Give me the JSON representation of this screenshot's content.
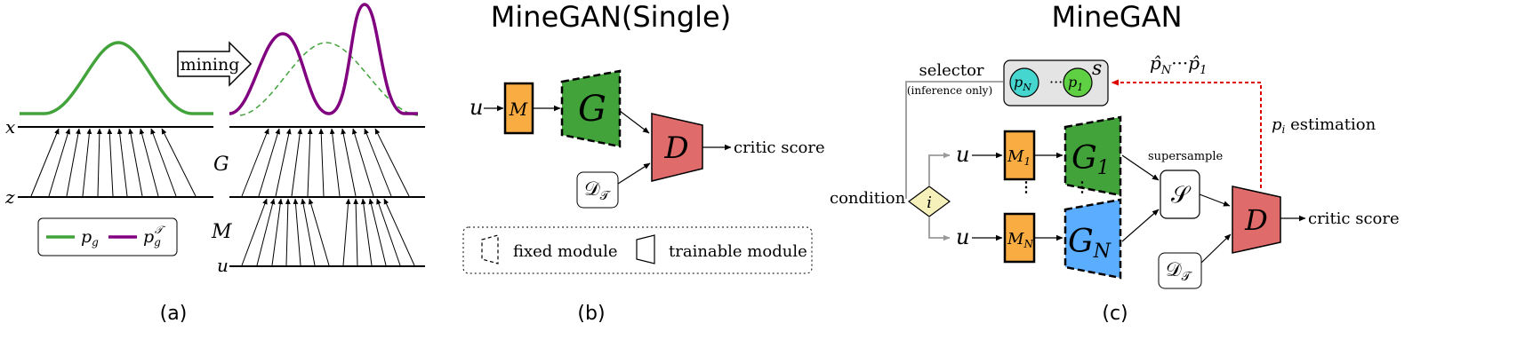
{
  "panel_a": {
    "mining_label": "mining",
    "x_label": "x",
    "z_label": "z",
    "g_label": "G",
    "m_label": "M",
    "u_label": "u",
    "legend": {
      "pg": {
        "base": "p",
        "sub": "g"
      },
      "pgt": {
        "base": "p",
        "sub": "g",
        "sup": "𝒯"
      }
    },
    "caption": "(a)"
  },
  "panel_b": {
    "title": "MineGAN(Single)",
    "u_label": "u",
    "m_label": "M",
    "g_label": "G",
    "d_label": "D",
    "dt": {
      "base": "𝒟",
      "sub": "𝒯"
    },
    "critic_label": "critic score",
    "legend_fixed": "fixed module",
    "legend_trainable": "trainable module",
    "caption": "(b)"
  },
  "panel_c": {
    "title": "MineGAN",
    "selector_label": "selector",
    "inference_label": "(inference only)",
    "s_label": "s",
    "pn": {
      "base": "p",
      "sub": "N"
    },
    "dots": "···",
    "p1": {
      "base": "p",
      "sub": "1"
    },
    "phat": {
      "first": "p̂",
      "first_sub": "N",
      "dots": "···",
      "last": "p̂",
      "last_sub": "1"
    },
    "pi_estimation": {
      "base": "p",
      "sub": "i",
      "text": " estimation"
    },
    "condition_label": "condition",
    "i_label": "i",
    "u_top": "u",
    "u_bottom": "u",
    "m1": {
      "base": "M",
      "sub": "1"
    },
    "mn": {
      "base": "M",
      "sub": "N"
    },
    "g1": {
      "base": "G",
      "sub": "1"
    },
    "gn": {
      "base": "G",
      "sub": "N"
    },
    "supersample_label": "supersample",
    "s_box_label": "𝒮",
    "d_label": "D",
    "dt": {
      "base": "𝒟",
      "sub": "𝒯"
    },
    "critic_label": "critic score",
    "caption": "(c)"
  },
  "colors": {
    "green": "#41a33a",
    "purple": "#800080",
    "orange": "#f8ac42",
    "red_box": "#e06b6b",
    "blue": "#5baeff",
    "cyan": "#45d6cf",
    "light_green": "#5fcf43",
    "yellow": "#f6f0ba",
    "gray_box": "#e4e4e4",
    "dashed_red": "#dd0000",
    "selector_gray": "#999999"
  }
}
